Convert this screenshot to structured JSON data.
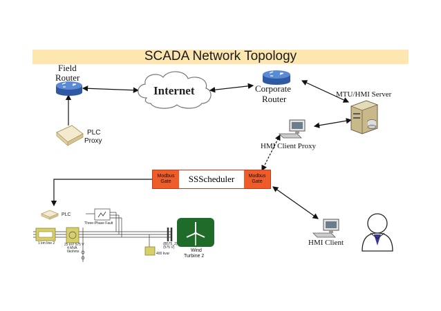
{
  "title": "SCADA Network Topology",
  "nodes": {
    "field_router": {
      "line1": "Field",
      "line2": "Router"
    },
    "internet": "Internet",
    "corporate_router": {
      "line1": "Corporate",
      "line2": "Router"
    },
    "mtu_server": "MTU/HMI Server",
    "plc_proxy": {
      "line1": "PLC",
      "line2": "Proxy"
    },
    "hmi_client_proxy": "HMI Client Proxy",
    "scheduler": "SSScheduler",
    "gate_left": {
      "line1": "Modbus",
      "line2": "Gate"
    },
    "gate_right": {
      "line1": "Modbus",
      "line2": "Gate"
    },
    "hmi_client": "HMI Client",
    "wind_turbine": {
      "line1": "Wind",
      "line2": "Turbine 2"
    }
  },
  "circuit": {
    "plc": "PLC",
    "fault": "Three-Phase Fault",
    "line": "1 km line 2",
    "transformer": {
      "line1": "25 kV/ 575 V",
      "line2": "4 MVA",
      "line3": "6kohms"
    },
    "bus": {
      "line1": "(B575_2)",
      "line2": "(575 V)"
    },
    "load": "400 kvar"
  },
  "colors": {
    "title_band": "#fde6b0",
    "gate": "#ee5c2a",
    "router": "#3d6fbf",
    "turbine_bg": "#1f6b2a",
    "circuit": "#c9c04a"
  }
}
